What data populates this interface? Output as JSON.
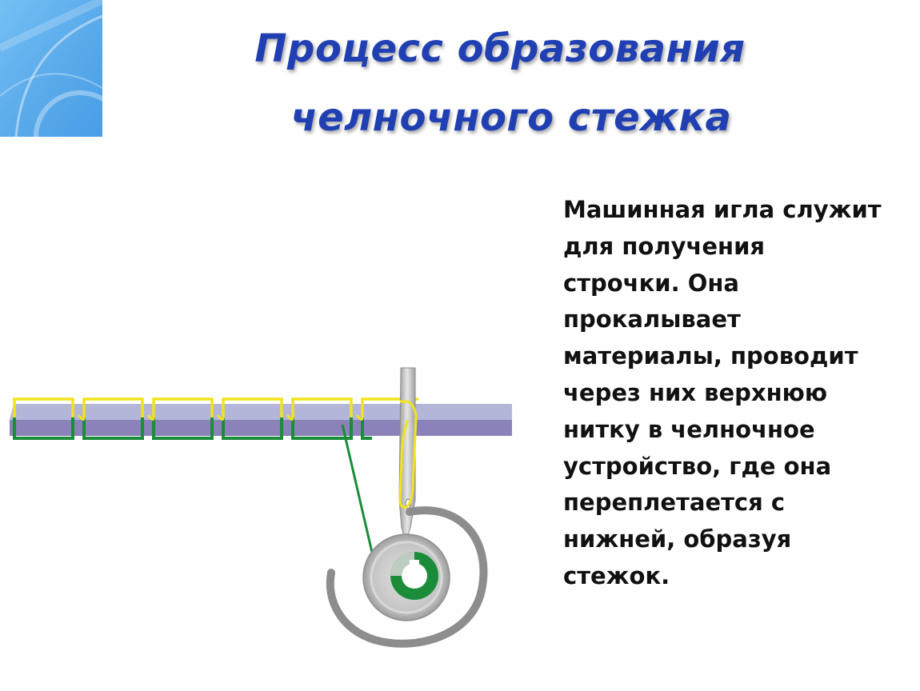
{
  "slide": {
    "title_lines": [
      "Процесс образования",
      "челночного стежка"
    ],
    "body_lines": [
      "Машинная игла служит",
      "для получения",
      "строчки. Она",
      "прокалывает",
      "материалы, проводит",
      "через них верхнюю",
      "нитку в челночное",
      "устройство, где она",
      "переплетается с",
      "нижней, образуя",
      "стежок."
    ]
  },
  "diagram": {
    "stitch_count": 6,
    "colors": {
      "fabric_top": "#b4b6d9",
      "fabric_bottom": "#8a82b8",
      "upper_thread": "#f2e31c",
      "lower_thread": "#1b8c3a",
      "needle": "#c2c2c2",
      "shuttle_hook": "#8d8d8d",
      "bobbin": "#b3b3b3",
      "title": "#1f3fb3",
      "corner": "#5aaeee"
    }
  }
}
